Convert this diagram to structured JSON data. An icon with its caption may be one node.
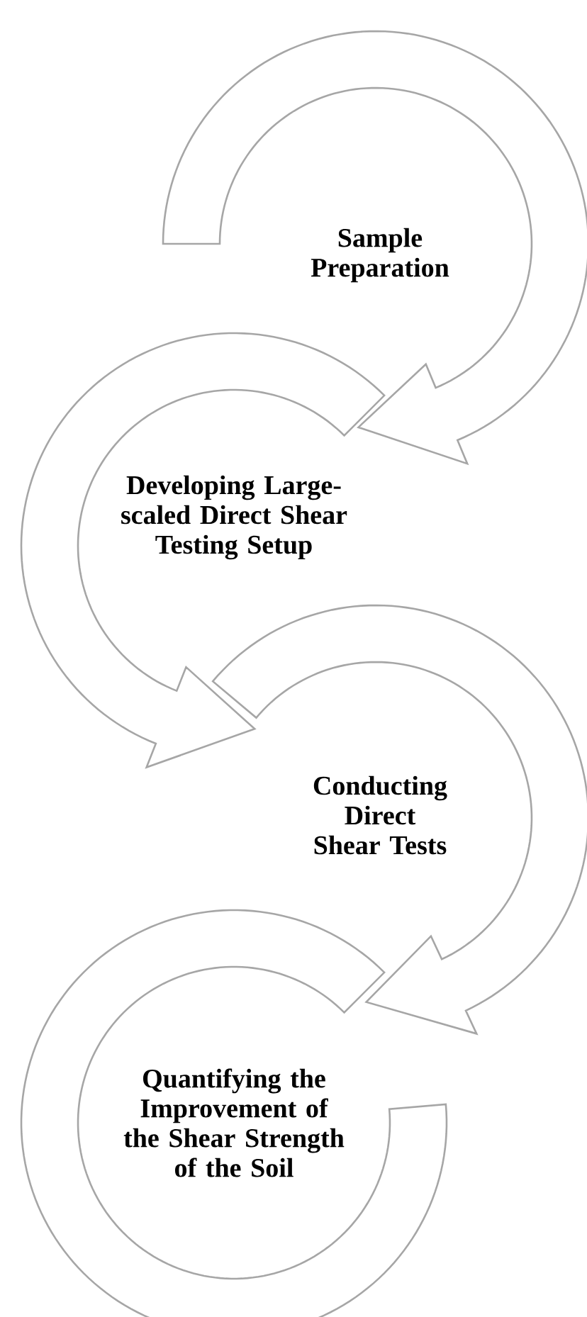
{
  "diagram": {
    "nodes": [
      {
        "text": [
          "Sample Preparation"
        ]
      },
      {
        "text": [
          "Developing Large-scaled Direct Shear Testing Setup"
        ]
      },
      {
        "text": [
          "Conducting Direct Shear Tests"
        ]
      },
      {
        "text": [
          "Quantifying the Improvement of the Shear Strength of the Soil"
        ]
      }
    ],
    "edges": [
      {
        "from": 0,
        "to": 1,
        "arrow": "to"
      },
      {
        "from": 1,
        "to": 2,
        "arrow": "to"
      },
      {
        "from": 2,
        "to": 3,
        "arrow": "to"
      }
    ]
  }
}
